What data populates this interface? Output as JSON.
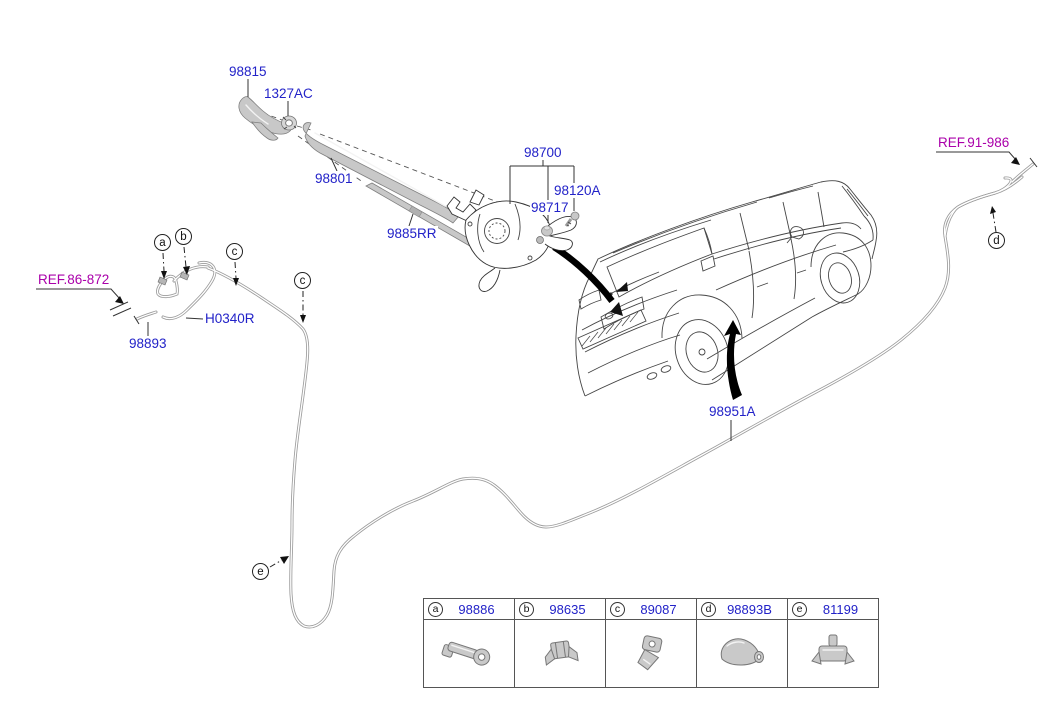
{
  "colors": {
    "part_label": "#2222c8",
    "ref_link": "#aa00aa",
    "hose": "#9c9c9c",
    "line": "#333333",
    "part_fill": "#c8c8c8",
    "arrow": "#000000"
  },
  "callouts": {
    "wiper_cap": "98815",
    "pivot_nut": "1327AC",
    "wiper_arm": "98801",
    "wiper_blade": "9885RR",
    "wiper_motor_assembly": "98700",
    "motor_grommet": "98717",
    "motor_screw": "98120A",
    "front_hose": "98893",
    "hose_connector": "H0340R",
    "rear_hose": "98951A",
    "ref_front_washer": "REF.86-872",
    "ref_rear_glass": "REF.91-986"
  },
  "markers": [
    "a",
    "b",
    "c",
    "c",
    "d",
    "e"
  ],
  "legend": {
    "items": [
      {
        "key": "a",
        "part": "98886",
        "icon": "pivot-lever-clip-icon"
      },
      {
        "key": "b",
        "part": "98635",
        "icon": "hose-clip-icon"
      },
      {
        "key": "c",
        "part": "89087",
        "icon": "hose-clamp-clip-icon"
      },
      {
        "key": "d",
        "part": "98893B",
        "icon": "grommet-cone-icon"
      },
      {
        "key": "e",
        "part": "81199",
        "icon": "snap-pin-clip-icon"
      }
    ]
  }
}
